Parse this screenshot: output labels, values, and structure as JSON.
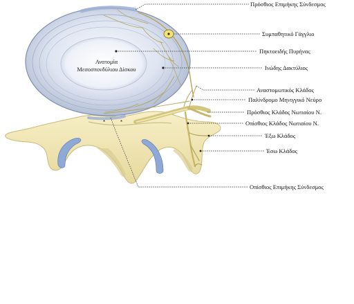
{
  "diagram": {
    "disc_title_line1": "Ανατομία",
    "disc_title_line2": "Μεσοσπονδύλιου Δίσκου",
    "asterisk_left": "*",
    "asterisk_right": "*",
    "labels": {
      "anterior_longitudinal_ligament": "Πρόσθιος Επιμήκης Σύνδεσμος",
      "sympathetic_ganglion": "Συμπαθητικό Γάγγλιο",
      "nucleus_pulposus": "Πηκτοειδής Πυρήνας",
      "annulus_fibrosus": "Ινώδης Δακτύλιος",
      "communicating_ramus": "Αναστομωτικός Κλάδος",
      "recurrent_meningeal_nerve": "Παλίνδρομο Μηνιγγικό Νεύρο",
      "anterior_ramus": "Πρόσθιος Κλάδος Νωτιαίου Ν.",
      "posterior_ramus": "Οπίσθιος Κλάδος Νωτιαίου Ν.",
      "lateral_branch": "Έξω Κλάδος",
      "medial_branch": "Έσω Κλάδος",
      "posterior_longitudinal_ligament": "Οπίσθιος Επιμήκης Σύνδεσμος"
    },
    "colors": {
      "disc_outer": "#c9d3e6",
      "disc_ring": "#8d9bb9",
      "nucleus": "#f4f6fb",
      "bone": "#f3ebbd",
      "bone_shadow": "#d9cf91",
      "cartilage": "#8fa9d6",
      "nerve": "#b9aa63",
      "leader": "#333333"
    }
  }
}
